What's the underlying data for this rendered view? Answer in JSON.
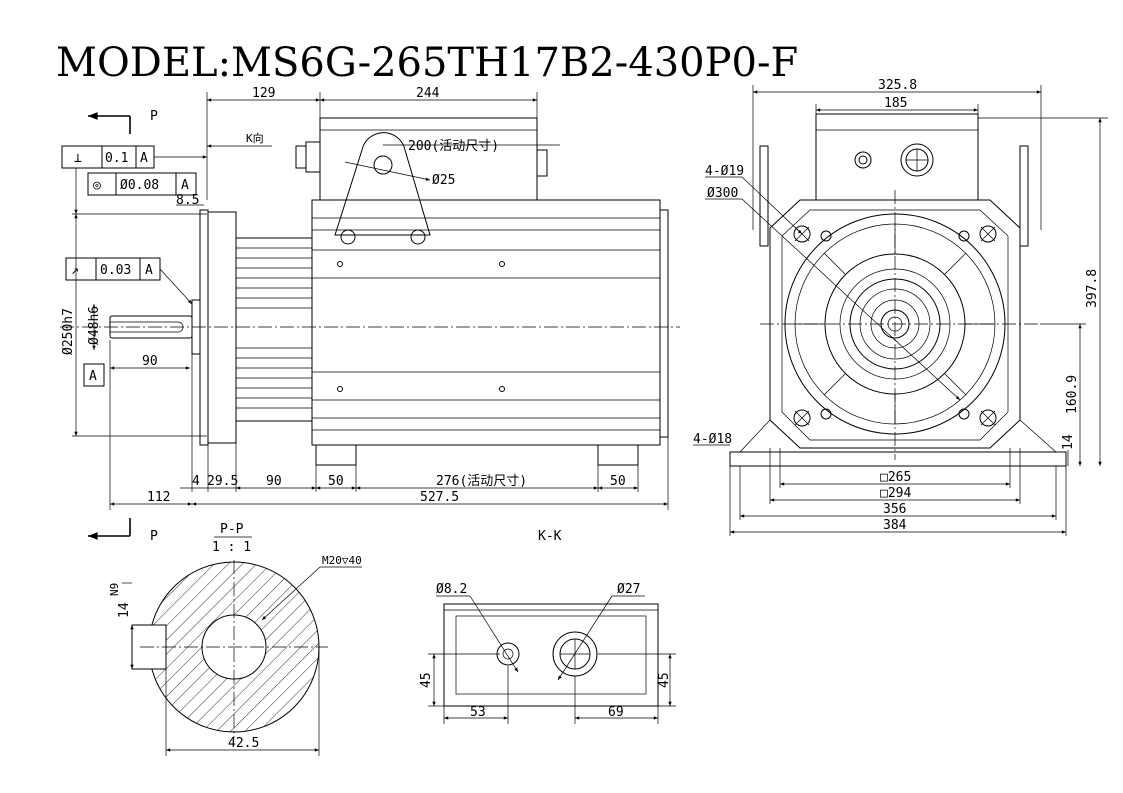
{
  "title": "MODEL:MS6G-265TH17B2-430P0-F",
  "side_view": {
    "section_marker_top": "P",
    "section_marker_bottom": "P",
    "k_arrow_label": "K向",
    "tol_perp": {
      "symbol": "⊥",
      "value": "0.1",
      "datum": "A"
    },
    "tol_concentric": {
      "symbol": "◎",
      "value": "Ø0.08",
      "datum": "A"
    },
    "tol_runout": {
      "symbol": "↗",
      "value": "0.03",
      "datum": "A"
    },
    "datum_label": "A",
    "dims": {
      "d129": "129",
      "d244": "244",
      "d200": "200(活动尺寸)",
      "d25": "Ø25",
      "d8_5": "8.5",
      "d250": "Ø250h7",
      "d48": "Ø48h6",
      "d90_shaft": "90",
      "d4": "4",
      "d29_5": "29.5",
      "d90": "90",
      "d50a": "50",
      "d276": "276(活动尺寸)",
      "d50b": "50",
      "d112": "112",
      "d527_5": "527.5"
    }
  },
  "front_view": {
    "dims": {
      "d325_8": "325.8",
      "d185": "185",
      "d4_19": "4-Ø19",
      "d300": "Ø300",
      "d397_8": "397.8",
      "d160_9": "160.9",
      "d4_18": "4-Ø18",
      "d14": "14",
      "d265": "□265",
      "d294": "□294",
      "d356": "356",
      "d384": "384"
    }
  },
  "section_pp": {
    "label": "P-P",
    "scale": "1 : 1",
    "thread": "M20▽40",
    "key": "N9",
    "d14": "14",
    "d42_5": "42.5"
  },
  "view_kk": {
    "label": "K-K",
    "d8_2": "Ø8.2",
    "d27": "Ø27",
    "d45a": "45",
    "d45b": "45",
    "d53": "53",
    "d69": "69"
  }
}
